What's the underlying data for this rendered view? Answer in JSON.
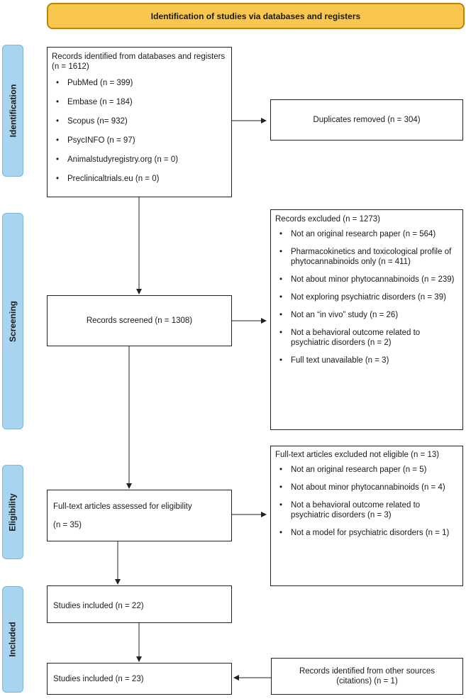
{
  "header": {
    "title": "Identification of studies via databases and registers"
  },
  "stages": {
    "identification": "Identification",
    "screening": "Screening",
    "eligibility": "Eligibility",
    "included": "Included"
  },
  "identified": {
    "title": "Records identified from databases and registers (n = 1612)",
    "sources": [
      "PubMed (n = 399)",
      "Embase (n = 184)",
      "Scopus (n= 932)",
      "PsycINFO (n = 97)",
      "Animalstudyregistry.org (n = 0)",
      "Preclinicaltrials.eu (n = 0)"
    ]
  },
  "duplicates": "Duplicates removed (n = 304)",
  "screened": "Records screened (n = 1308)",
  "excluded": {
    "title": "Records excluded (n = 1273)",
    "reasons": [
      "Not an original research paper (n = 564)",
      "Pharmacokinetics and toxicological profile of phytocannabinoids only (n = 411)",
      "Not about minor phytocannabinoids (n = 239)",
      "Not exploring psychiatric disorders (n = 39)",
      "Not an “in vivo” study (n = 26)",
      "Not a behavioral outcome related to psychiatric disorders (n = 2)",
      "Full text unavailable (n = 3)"
    ]
  },
  "fulltext": {
    "title": "Full-text articles assessed for eligibility",
    "count": "(n = 35)"
  },
  "fulltext_excluded": {
    "title": "Full-text articles excluded not eligible (n = 13)",
    "reasons": [
      "Not an original research paper (n = 5)",
      "Not about minor phytocannabinoids (n = 4)",
      "Not a behavioral outcome related to psychiatric disorders (n = 3)",
      "Not a model for psychiatric disorders (n = 1)"
    ]
  },
  "included_1": "Studies included (n = 22)",
  "included_2": "Studies included (n = 23)",
  "other_sources": "Records identified from other sources (citations) (n = 1)"
}
